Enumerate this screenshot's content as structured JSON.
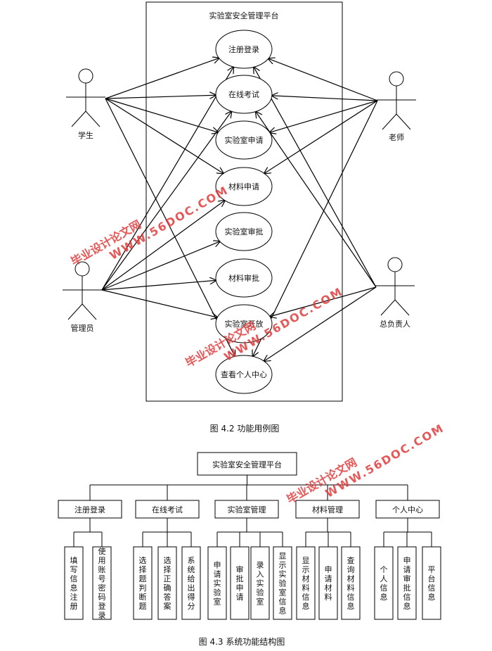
{
  "use_case": {
    "system_title": "实验室安全管理平台",
    "use_cases": [
      "注册登录",
      "在线考试",
      "实验室申请",
      "材料申请",
      "实验室审批",
      "材料审批",
      "实验室开放",
      "查看个人中心"
    ],
    "actors": [
      "学生",
      "管理员",
      "老师",
      "总负责人"
    ],
    "caption": "图 4.2 功能用例图"
  },
  "structure": {
    "root": "实验室安全管理平台",
    "modules": [
      {
        "name": "注册登录",
        "leaves": [
          "填写信息注册",
          "使用账号密码登录"
        ]
      },
      {
        "name": "在线考试",
        "leaves": [
          "选择题判断题",
          "选择正确答案",
          "系统给出得分"
        ]
      },
      {
        "name": "实验室管理",
        "leaves": [
          "申请实验室",
          "审批申请",
          "录入实验室",
          "显示实验室信息"
        ]
      },
      {
        "name": "材料管理",
        "leaves": [
          "显示材料信息",
          "申请材料",
          "查询材料信息"
        ]
      },
      {
        "name": "个人中心",
        "leaves": [
          "个人信息",
          "申请审批信息",
          "平台信息"
        ]
      }
    ],
    "caption": "图 4.3 系统功能结构图"
  },
  "watermark": {
    "line1": "毕业设计论文网",
    "line2": "WWW.56DOC.COM"
  }
}
